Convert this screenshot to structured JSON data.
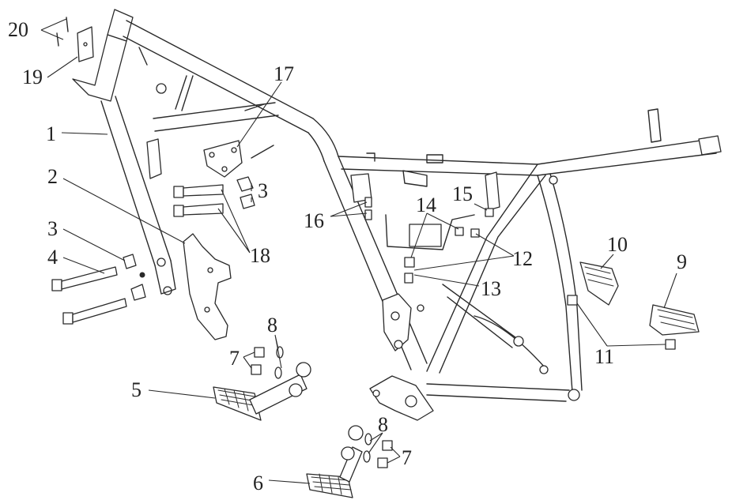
{
  "callouts": {
    "c1": "1",
    "c2": "2",
    "c3a": "3",
    "c3b": "3",
    "c4": "4",
    "c5": "5",
    "c6": "6",
    "c7a": "7",
    "c7b": "7",
    "c8a": "8",
    "c8b": "8",
    "c9": "9",
    "c10": "10",
    "c11": "11",
    "c12": "12",
    "c13": "13",
    "c14": "14",
    "c15": "15",
    "c16": "16",
    "c17": "17",
    "c18": "18",
    "c19": "19",
    "c20": "20"
  },
  "colors": {
    "line": "#2a2a2a",
    "background": "#ffffff"
  }
}
